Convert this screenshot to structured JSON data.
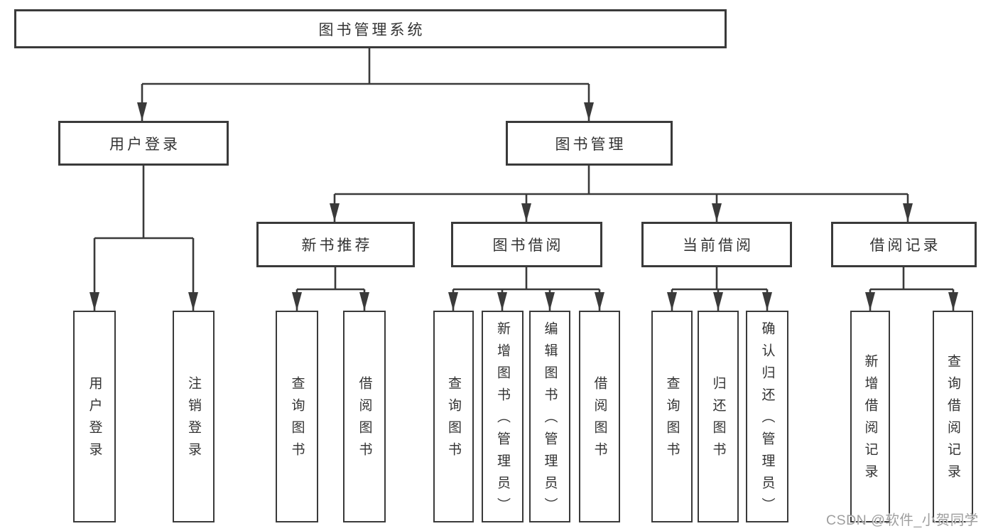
{
  "diagram": {
    "root": "图书管理系统",
    "level2": {
      "user_login": "用户登录",
      "book_management": "图书管理"
    },
    "level3": {
      "new_books": "新书推荐",
      "book_borrow": "图书借阅",
      "current_borrow": "当前借阅",
      "borrow_records": "借阅记录"
    },
    "leaves": {
      "user_login": [
        "用户登录",
        "注销登录"
      ],
      "new_books": [
        "查询图书",
        "借阅图书"
      ],
      "book_borrow": [
        "查询图书",
        "新增图书（管理员）",
        "编辑图书（管理员）",
        "借阅图书"
      ],
      "current_borrow": [
        "查询图书",
        "归还图书",
        "确认归还（管理员）"
      ],
      "borrow_records": [
        "新增借阅记录",
        "查询借阅记录"
      ]
    }
  },
  "watermark": "CSDN @软件_小贺同学",
  "colors": {
    "line": "#3a3a3a",
    "text": "#333333",
    "watermark": "#9e9e9e",
    "background": "#ffffff"
  }
}
